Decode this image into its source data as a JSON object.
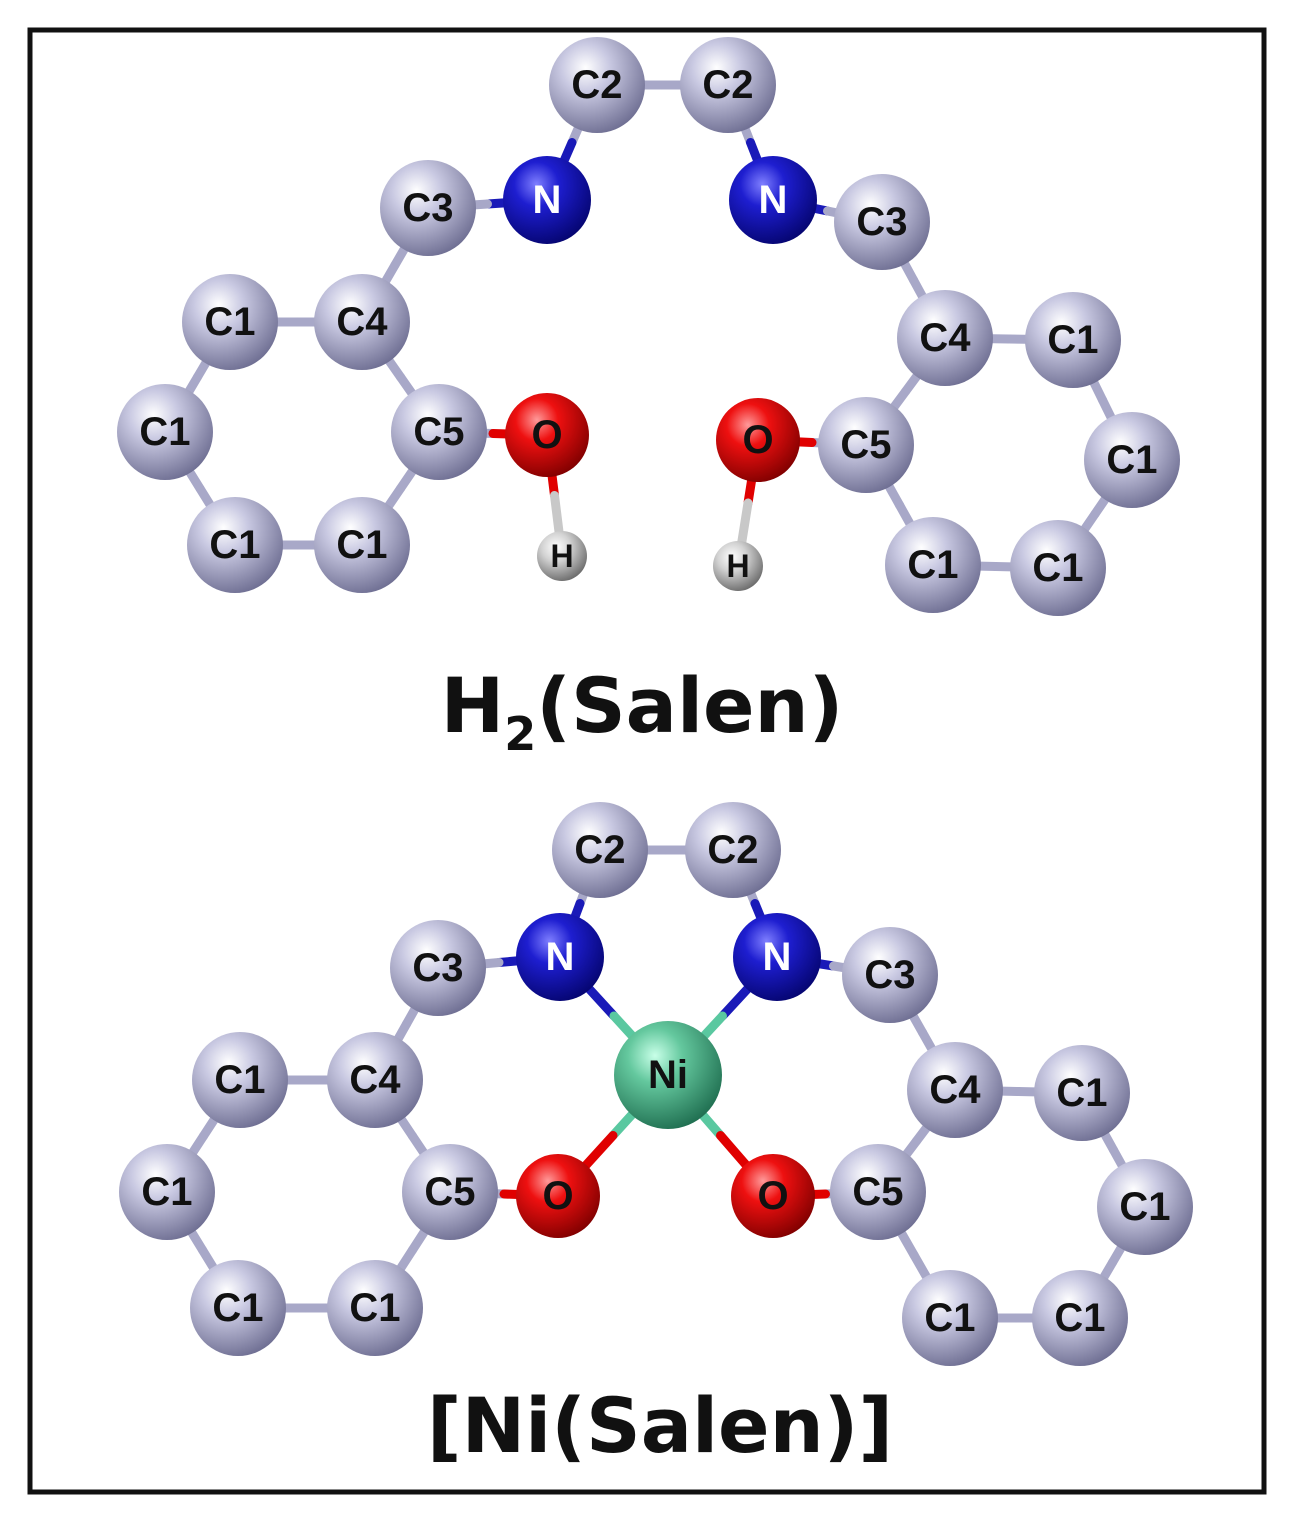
{
  "molecules": [
    {
      "caption_main": "H",
      "caption_sub": "2",
      "caption_rest": "(Salen)",
      "atoms": [
        {
          "label": "C2",
          "element": "C"
        },
        {
          "label": "C2",
          "element": "C"
        },
        {
          "label": "N",
          "element": "N"
        },
        {
          "label": "N",
          "element": "N"
        },
        {
          "label": "C3",
          "element": "C"
        },
        {
          "label": "C3",
          "element": "C"
        },
        {
          "label": "C1",
          "element": "C"
        },
        {
          "label": "C4",
          "element": "C"
        },
        {
          "label": "C4",
          "element": "C"
        },
        {
          "label": "C1",
          "element": "C"
        },
        {
          "label": "C1",
          "element": "C"
        },
        {
          "label": "C5",
          "element": "C"
        },
        {
          "label": "O",
          "element": "O"
        },
        {
          "label": "O",
          "element": "O"
        },
        {
          "label": "C5",
          "element": "C"
        },
        {
          "label": "C1",
          "element": "C"
        },
        {
          "label": "C1",
          "element": "C"
        },
        {
          "label": "C1",
          "element": "C"
        },
        {
          "label": "H",
          "element": "H"
        },
        {
          "label": "H",
          "element": "H"
        },
        {
          "label": "C1",
          "element": "C"
        },
        {
          "label": "C1",
          "element": "C"
        }
      ]
    },
    {
      "caption_main": "[Ni(Salen)]",
      "caption_sub": "",
      "caption_rest": "",
      "atoms": [
        {
          "label": "C2",
          "element": "C"
        },
        {
          "label": "C2",
          "element": "C"
        },
        {
          "label": "N",
          "element": "N"
        },
        {
          "label": "N",
          "element": "N"
        },
        {
          "label": "C3",
          "element": "C"
        },
        {
          "label": "C3",
          "element": "C"
        },
        {
          "label": "Ni",
          "element": "Ni"
        },
        {
          "label": "C1",
          "element": "C"
        },
        {
          "label": "C4",
          "element": "C"
        },
        {
          "label": "C4",
          "element": "C"
        },
        {
          "label": "C1",
          "element": "C"
        },
        {
          "label": "C1",
          "element": "C"
        },
        {
          "label": "C5",
          "element": "C"
        },
        {
          "label": "O",
          "element": "O"
        },
        {
          "label": "O",
          "element": "O"
        },
        {
          "label": "C5",
          "element": "C"
        },
        {
          "label": "C1",
          "element": "C"
        },
        {
          "label": "C1",
          "element": "C"
        },
        {
          "label": "C1",
          "element": "C"
        },
        {
          "label": "C1",
          "element": "C"
        },
        {
          "label": "C1",
          "element": "C"
        }
      ]
    }
  ],
  "element_colors": {
    "C": "#a8a8c8",
    "N": "#1a1ab8",
    "O": "#e00000",
    "H": "#c8c8c8",
    "Ni": "#5ac8a0"
  },
  "label_colors": {
    "C": "#111111",
    "N": "#ffffff",
    "O": "#111111",
    "H": "#111111",
    "Ni": "#111111"
  }
}
